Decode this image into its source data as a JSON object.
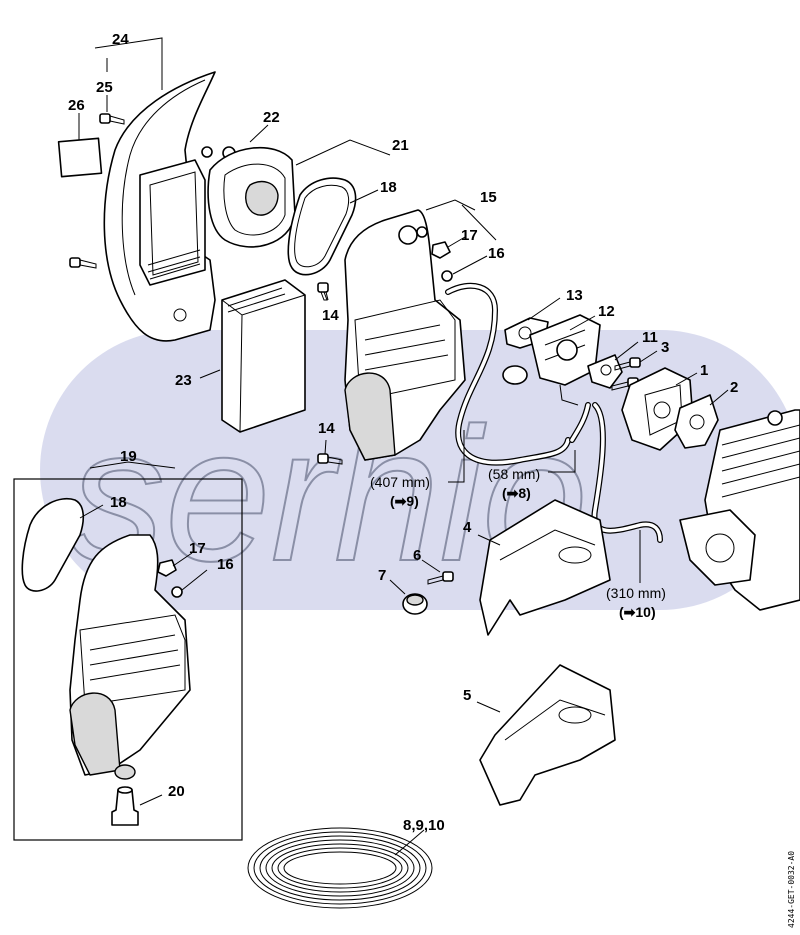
{
  "watermark": {
    "text": "serhio",
    "color": "#c9cbe6"
  },
  "callouts": {
    "c1": "1",
    "c2": "2",
    "c3": "3",
    "c4": "4",
    "c5": "5",
    "c6": "6",
    "c7": "7",
    "c11": "11",
    "c12": "12",
    "c13": "13",
    "c14a": "14",
    "c14b": "14",
    "c15": "15",
    "c16a": "16",
    "c16b": "16",
    "c17a": "17",
    "c17b": "17",
    "c18a": "18",
    "c18b": "18",
    "c19": "19",
    "c20": "20",
    "c21": "21",
    "c22": "22",
    "c23": "23",
    "c24": "24",
    "c25": "25",
    "c26": "26",
    "c8910": "8,9,10"
  },
  "hoses": [
    {
      "length": "(407 mm)",
      "ref": "(➡9)"
    },
    {
      "length": "(58 mm)",
      "ref": "(➡8)"
    },
    {
      "length": "(310 mm)",
      "ref": "(➡10)"
    }
  ],
  "doc_id": "4244-GET-0032-A0"
}
